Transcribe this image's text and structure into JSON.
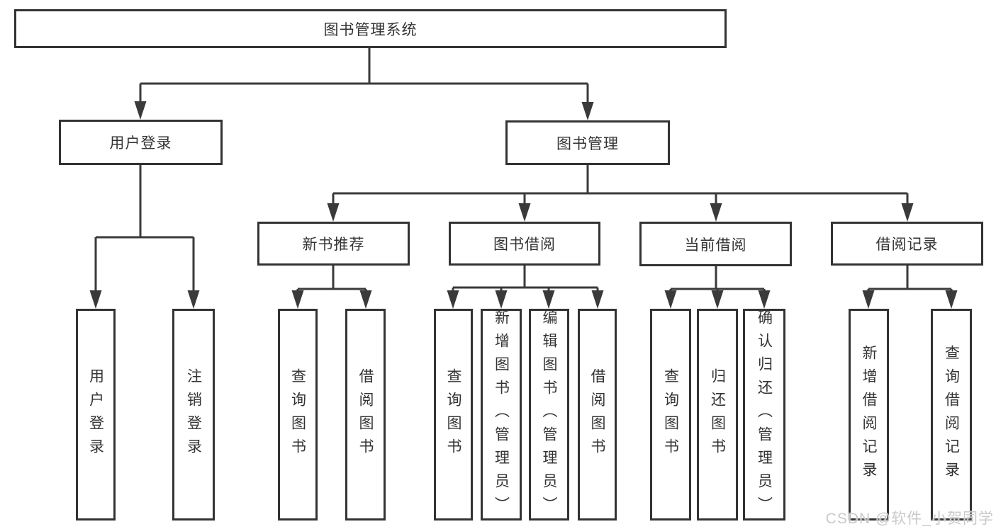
{
  "tree": {
    "root": {
      "label": "图书管理系统"
    },
    "level2": [
      {
        "label": "用户登录",
        "leaves": [
          {
            "label": "用户登录"
          },
          {
            "label": "注销登录"
          }
        ]
      },
      {
        "label": "图书管理",
        "groups": [
          {
            "label": "新书推荐",
            "leaves": [
              {
                "label": "查询图书"
              },
              {
                "label": "借阅图书"
              }
            ]
          },
          {
            "label": "图书借阅",
            "leaves": [
              {
                "label": "查询图书"
              },
              {
                "label": "新增图书（管理员）"
              },
              {
                "label": "编辑图书（管理员）"
              },
              {
                "label": "借阅图书"
              }
            ]
          },
          {
            "label": "当前借阅",
            "leaves": [
              {
                "label": "查询图书"
              },
              {
                "label": "归还图书"
              },
              {
                "label": "确认归还（管理员）"
              }
            ]
          },
          {
            "label": "借阅记录",
            "leaves": [
              {
                "label": "新增借阅记录"
              },
              {
                "label": "查询借阅记录"
              }
            ]
          }
        ]
      }
    ]
  },
  "watermark": {
    "text": "CSDN @软件_小贺同学"
  },
  "colors": {
    "line": "#3a3a3a",
    "border": "#333333",
    "fill": "#ffffff",
    "text": "#333333",
    "watermark": "#c9c9c9",
    "background": "#ffffff"
  }
}
